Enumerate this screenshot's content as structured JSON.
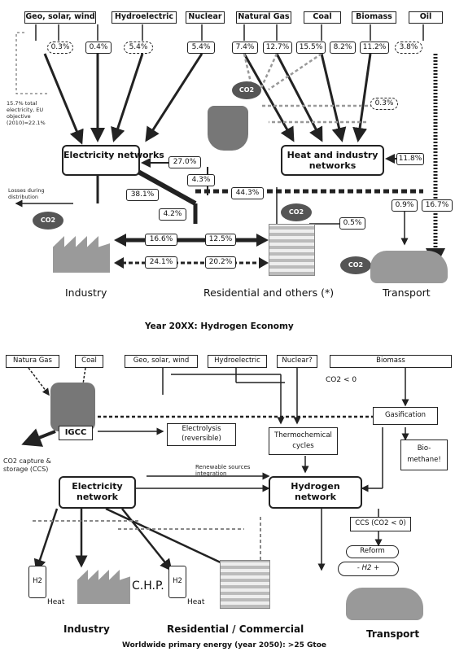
{
  "top": {
    "sources": [
      "Geo, solar, wind",
      "Hydroelectric",
      "Nuclear",
      "Natural Gas",
      "Coal",
      "Biomass",
      "Oil"
    ],
    "shares": [
      "0.3%",
      "0.4%",
      "5.4%",
      "5.4%",
      "7.4%",
      "12.7%",
      "15.5%",
      "8.2%",
      "11.2%",
      "3.8%"
    ],
    "eu_note": "15.7% total electricity, EU objective (2010)=22.1%",
    "electricity_networks": "Electricity networks",
    "heat_networks": "Heat and industry networks",
    "lost_note": "Losses during distribution",
    "flows": {
      "p27": "27.0%",
      "p4_3a": "4.3%",
      "p38": "38.1%",
      "p44": "44.3%",
      "p4_2": "4.2%",
      "p16": "16.6%",
      "p12": "12.5%",
      "p24": "24.1%",
      "p20": "20.2%",
      "p0_3": "0.3%",
      "p11_8": "11.8%",
      "p0_5": "0.5%",
      "p0_9": "0.9%",
      "p16_7": "16.7%"
    },
    "co2": "CO2",
    "sectors": [
      "Industry",
      "Residential and others (*)",
      "Transport"
    ],
    "title": "Year 20XX: Hydrogen Economy"
  },
  "bottom": {
    "sources": [
      "Natura Gas",
      "Coal",
      "Geo, solar, wind",
      "Hydroelectric",
      "Nuclear?",
      "Biomass"
    ],
    "co2_neg": "CO2 < 0",
    "igcc": "IGCC",
    "ccs_note": "CO2 capture & storage (CCS)",
    "electrolysis": "Electrolysis (reversible)",
    "thermo": "Thermochemical cycles",
    "gasification": "Gasification",
    "biomethane": "Bio-methane!",
    "renew": "Renewable sources integration",
    "electricity_network": "Electricity network",
    "hydrogen_network": "Hydrogen network",
    "ccs_box": "CCS (CO2 < 0)",
    "reform": "Reform",
    "h2": "- H2 +",
    "h2_cell": "H2",
    "heat": "Heat",
    "chp": "C.H.P.",
    "sectors": [
      "Industry",
      "Residential / Commercial",
      "Transport"
    ],
    "footer": "Worldwide primary energy (year 2050): >25 Gtoe"
  }
}
